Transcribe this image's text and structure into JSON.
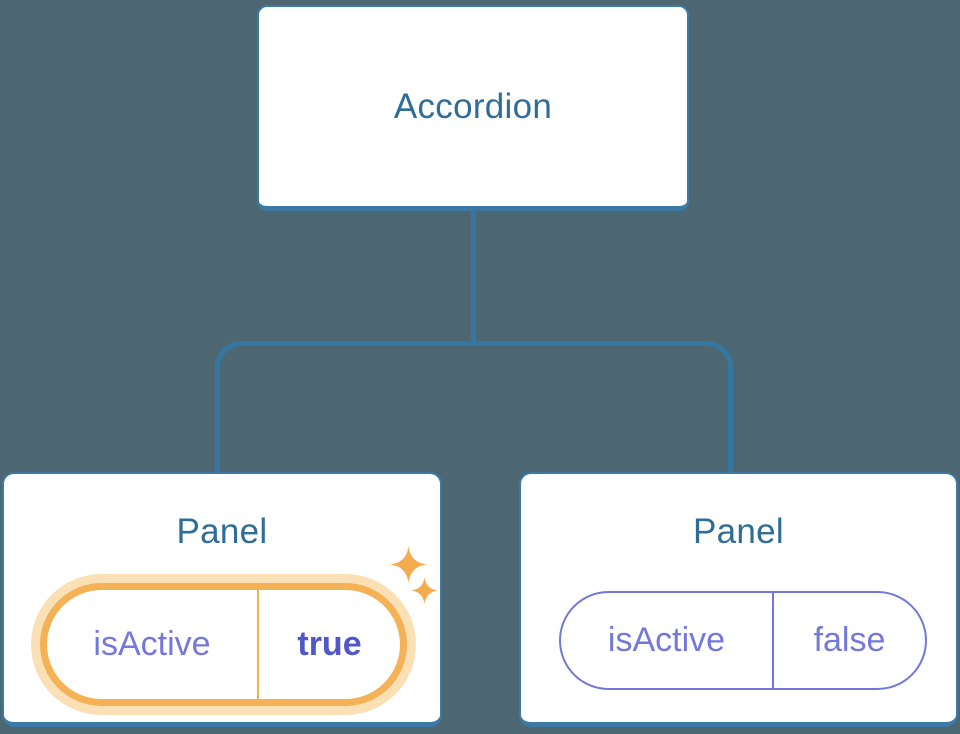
{
  "diagram": {
    "root": {
      "label": "Accordion"
    },
    "panels": [
      {
        "title": "Panel",
        "state_key": "isActive",
        "state_value": "true",
        "highlighted": true,
        "icons": [
          "sparkle-icon",
          "sparkle-icon"
        ]
      },
      {
        "title": "Panel",
        "state_key": "isActive",
        "state_value": "false",
        "highlighted": false
      }
    ]
  },
  "colors": {
    "background": "#4C6771",
    "node_fill": "#FFFFFF",
    "node_border": "#3C79A4",
    "connector": "#3577A2",
    "label_blue": "#2F6C96",
    "state_purple": "#7478DB",
    "state_value_bold_purple": "#5156C8",
    "highlight_border": "#F5B156",
    "highlight_glow": "#FBE0B6",
    "highlight_divider": "#F0AE58",
    "sparkle": "#F5AC4F"
  }
}
